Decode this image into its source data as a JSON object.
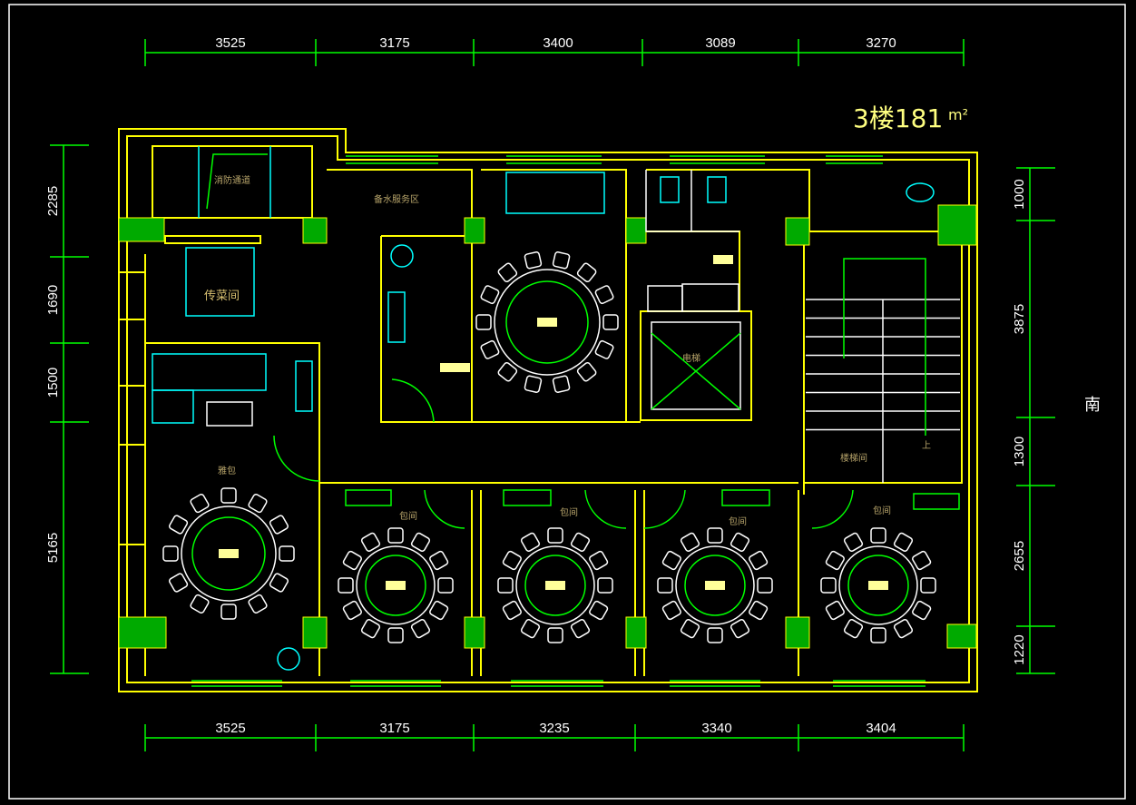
{
  "title": "3楼181㎡",
  "title_main": "3楼181",
  "title_unit": "m²",
  "compass": "南",
  "dims_top": [
    "3525",
    "3175",
    "3400",
    "3089",
    "3270"
  ],
  "dims_bottom": [
    "3525",
    "3175",
    "3235",
    "3340",
    "3404"
  ],
  "dims_left": [
    "2285",
    "1690",
    "1500",
    "5165"
  ],
  "dims_right": [
    "1000",
    "3875",
    "1300",
    "2655",
    "1220"
  ],
  "rooms": {
    "fire_passage": "消防通道",
    "service_area": "备水服务区",
    "pantry": "传菜间",
    "elevator": "电梯",
    "stairwell": "楼梯间",
    "stair_up": "上",
    "vip_room": "雅包",
    "private_room_1": "包间",
    "private_room_2": "包间",
    "private_room_3": "包间",
    "private_room_4": "包间"
  },
  "colors": {
    "wall": "#ffff00",
    "dimension": "#00ff00",
    "furniture": "#ffffff",
    "fixture": "#00ffff"
  }
}
